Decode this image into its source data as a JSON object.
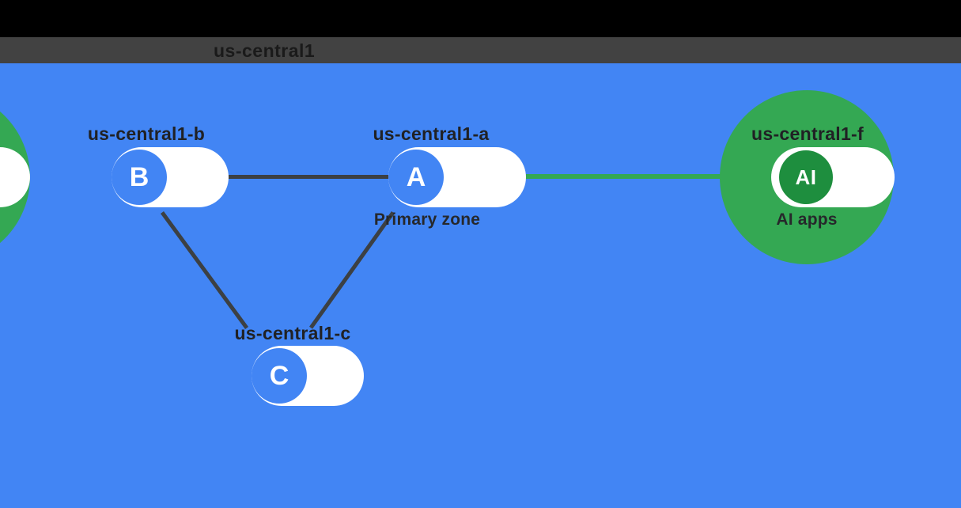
{
  "header": {
    "title": "us-central1"
  },
  "colors": {
    "canvas_blue": "#4285f4",
    "header_gray": "#424242",
    "letterbox_black": "#000000",
    "node_circle_blue": "#4285f4",
    "green_disc": "#34a853",
    "green_circle_dark": "#1e8e3e",
    "edge_dark": "#3c4043",
    "edge_green": "#34a853",
    "label_dark": "#202124",
    "pill_white": "#ffffff"
  },
  "nodes": [
    {
      "id": "zone-b",
      "letter": "B",
      "zone_label": "us-central1-b"
    },
    {
      "id": "zone-a",
      "letter": "A",
      "zone_label": "us-central1-a",
      "sub_label": "Primary zone"
    },
    {
      "id": "zone-c",
      "letter": "C",
      "zone_label": "us-central1-c"
    },
    {
      "id": "ai-node",
      "letter": "AI",
      "zone_label": "us-central1-f",
      "sub_label": "AI apps"
    }
  ],
  "edges": [
    {
      "from": "zone-b",
      "to": "zone-a",
      "style": "dark"
    },
    {
      "from": "zone-b",
      "to": "zone-c",
      "style": "dark"
    },
    {
      "from": "zone-a",
      "to": "zone-c",
      "style": "dark"
    },
    {
      "from": "zone-a",
      "to": "ai-node",
      "style": "green"
    }
  ]
}
